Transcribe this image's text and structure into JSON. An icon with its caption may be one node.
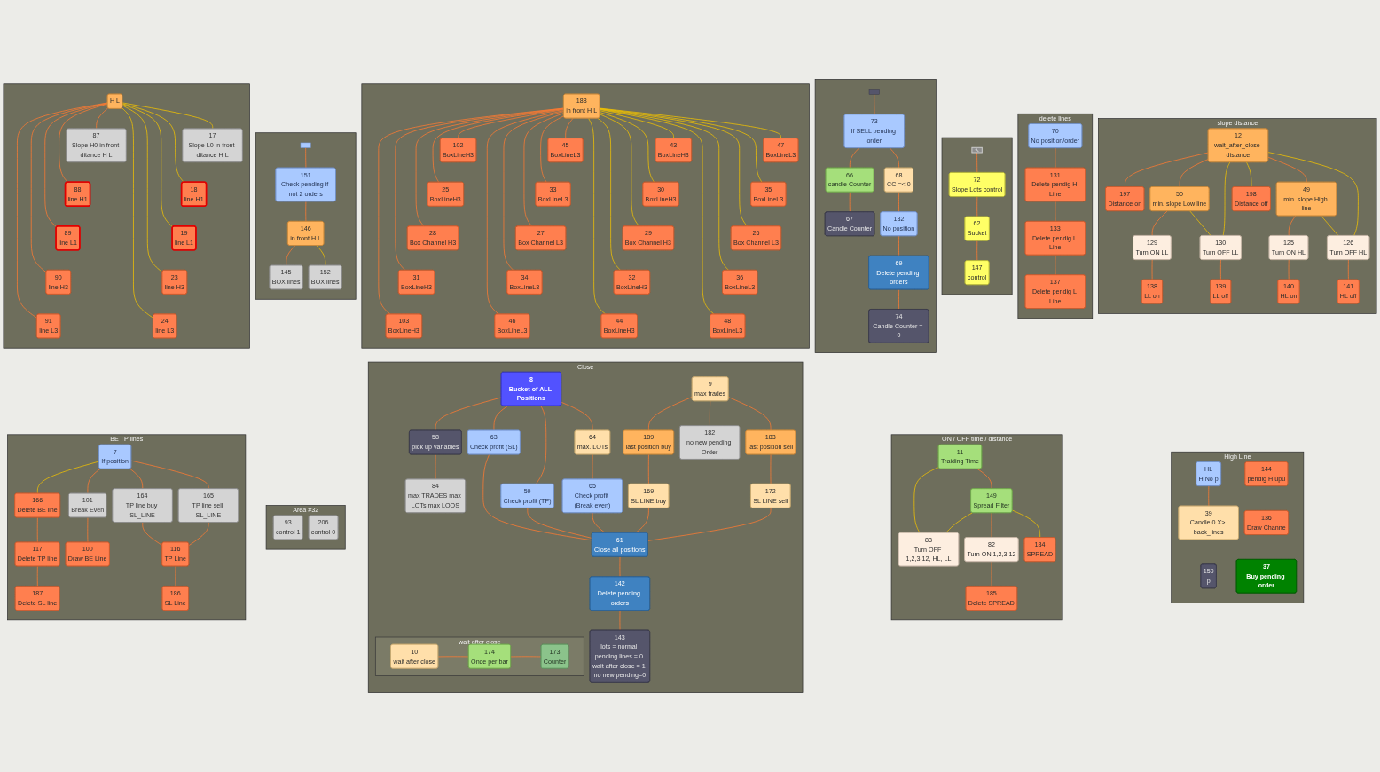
{
  "diagram": {
    "nodes": [
      {
        "text": [],
        "shape": "box"
      },
      {
        "text": [
          "H L"
        ],
        "in": 0
      },
      {
        "text": [
          "87",
          "Slope H0 in front ditance H L"
        ],
        "in": 0
      },
      {
        "text": [
          "17",
          "Slope L0 in front ditance H L"
        ],
        "in": 0
      },
      {
        "text": [
          "88",
          "line H1"
        ],
        "in": 0
      },
      {
        "text": [
          "18",
          "line H1"
        ],
        "in": 0
      },
      {
        "text": [
          "89",
          "line L1"
        ],
        "in": 0
      },
      {
        "text": [
          "19",
          "line L1"
        ],
        "in": 0
      },
      {
        "text": [
          "90",
          "line H3"
        ],
        "in": 0
      },
      {
        "text": [
          "23",
          "line H3"
        ],
        "in": 0
      },
      {
        "text": [
          "91",
          "line L3"
        ],
        "in": 0
      },
      {
        "text": [
          "24",
          "line L3"
        ],
        "in": 0
      },
      {
        "text": [],
        "shape": "box"
      },
      {
        "text": [],
        "shape": "box",
        "in": 12
      },
      {
        "text": [
          "151",
          "Check pending if not 2 orders"
        ],
        "in": 12
      },
      {
        "text": [
          "146",
          "in front H L"
        ],
        "in": 12
      },
      {
        "text": [
          "145",
          "BOX lines"
        ],
        "in": 12
      },
      {
        "text": [
          "152",
          "BOX lines"
        ],
        "in": 12
      },
      {
        "text": [],
        "shape": "box"
      },
      {
        "text": [
          "188",
          "in front H L"
        ],
        "in": 18
      },
      {
        "text": [
          "102",
          "BoxLineH3"
        ],
        "in": 18
      },
      {
        "text": [
          "45",
          "BoxLineL3"
        ],
        "in": 18
      },
      {
        "text": [
          "43",
          "BoxLineH3"
        ],
        "in": 18
      },
      {
        "text": [
          "47",
          "BoxLineL3"
        ],
        "in": 18
      },
      {
        "text": [
          "25",
          "BoxLineH3"
        ],
        "in": 18
      },
      {
        "text": [
          "33",
          "BoxLineL3"
        ],
        "in": 18
      },
      {
        "text": [
          "30",
          "BoxLineH3"
        ],
        "in": 18
      },
      {
        "text": [
          "35",
          "BoxLineL3"
        ],
        "in": 18
      },
      {
        "text": [
          "28",
          "Box Channel H3"
        ],
        "in": 18
      },
      {
        "text": [
          "27",
          "Box Channel L3"
        ],
        "in": 18
      },
      {
        "text": [
          "29",
          "Box Channel H3"
        ],
        "in": 18
      },
      {
        "text": [
          "26",
          "Box Channel L3"
        ],
        "in": 18
      },
      {
        "text": [
          "31",
          "BoxLineH3"
        ],
        "in": 18
      },
      {
        "text": [
          "34",
          "BoxLineL3"
        ],
        "in": 18
      },
      {
        "text": [
          "32",
          "BoxLineH3"
        ],
        "in": 18
      },
      {
        "text": [
          "36",
          "BoxLineL3"
        ],
        "in": 18
      },
      {
        "text": [
          "103",
          "BoxLineH3"
        ],
        "in": 18
      },
      {
        "text": [
          "46",
          "BoxLineL3"
        ],
        "in": 18
      },
      {
        "text": [
          "44",
          "BoxLineH3"
        ],
        "in": 18
      },
      {
        "text": [
          "48",
          "BoxLineL3"
        ],
        "in": 18
      },
      {
        "text": [],
        "shape": "box"
      },
      {
        "text": [],
        "shape": "box",
        "in": 40
      },
      {
        "text": [
          "73",
          "If SELL pending order"
        ],
        "in": 40
      },
      {
        "text": [
          "66",
          "candle Counter"
        ],
        "in": 40
      },
      {
        "text": [
          "68",
          "CC =< 0"
        ],
        "in": 40
      },
      {
        "text": [
          "67",
          "Candle Counter"
        ],
        "in": 40
      },
      {
        "text": [
          "132",
          "No position"
        ],
        "in": 40
      },
      {
        "text": [
          "69",
          "Delete pending orders"
        ],
        "in": 40
      },
      {
        "text": [
          "74",
          "Candle Counter = 0"
        ],
        "in": 40
      },
      {
        "text": [],
        "shape": "box"
      },
      {
        "text": [],
        "shape": "picture",
        "in": 49
      },
      {
        "text": [
          "72",
          "Slope Lots control"
        ],
        "in": 49
      },
      {
        "text": [
          "62",
          "Bucket"
        ],
        "in": 49
      },
      {
        "text": [
          "147",
          "control"
        ],
        "in": 49
      },
      {
        "text": [
          "BE TP lines"
        ]
      },
      {
        "text": [
          "7",
          "If position"
        ],
        "in": 54
      },
      {
        "text": [
          "166",
          "Delete BE line"
        ],
        "in": 54
      },
      {
        "text": [
          "101",
          "Break Even"
        ],
        "in": 54
      },
      {
        "text": [
          "117",
          "Delete TP line"
        ],
        "in": 54
      },
      {
        "text": [
          "100",
          "Draw BE Line"
        ],
        "in": 54
      },
      {
        "text": [
          "187",
          "Delete SL line"
        ],
        "in": 54
      },
      {
        "text": [
          "164",
          "TP line buy SL_LINE"
        ],
        "in": 54
      },
      {
        "text": [
          "165",
          "TP line sell SL_LINE"
        ],
        "in": 54
      },
      {
        "text": [
          "116",
          "TP Line"
        ],
        "in": 54
      },
      {
        "text": [
          "186",
          "SL Line"
        ],
        "in": 54
      },
      {
        "text": [
          "Area #32"
        ]
      },
      {
        "text": [
          "93",
          "control 1"
        ],
        "in": 65
      },
      {
        "text": [
          "206",
          "control 0"
        ],
        "in": 65
      },
      {
        "text": [
          "Close"
        ]
      },
      {
        "text": [
          "8",
          "Bucket of ALL Positions"
        ],
        "in": 68
      },
      {
        "text": [
          "9",
          "max trades"
        ],
        "in": 68
      },
      {
        "text": [
          "58",
          "pick up variables"
        ],
        "in": 68
      },
      {
        "text": [
          "64",
          "max. LOTs"
        ],
        "in": 68
      },
      {
        "text": [
          "182",
          "no new pending Order"
        ],
        "in": 68
      },
      {
        "text": [
          "189",
          "last position buy"
        ],
        "in": 68
      },
      {
        "text": [
          "63",
          "Check profit (SL)"
        ],
        "in": 68
      },
      {
        "text": [
          "65",
          "Check profit (Break even)"
        ],
        "in": 68
      },
      {
        "text": [
          "183",
          "last position sell"
        ],
        "in": 68
      },
      {
        "text": [
          "59",
          "Check profit (TP)"
        ],
        "in": 68
      },
      {
        "text": [
          "169",
          "SL LINE buy"
        ],
        "in": 68
      },
      {
        "text": [
          "84",
          "max TRADES max LOTs max LOOS"
        ],
        "in": 68
      },
      {
        "text": [
          "172",
          "SL LINE sell"
        ],
        "in": 68
      },
      {
        "text": [
          "61",
          "Close all positions"
        ],
        "in": 68
      },
      {
        "text": [
          "142",
          "Delete pending orders"
        ],
        "in": 68
      },
      {
        "text": [
          "143",
          "lots = normal pending lines = 0 wait after close = 1 no new pending=0"
        ],
        "in": 68
      },
      {
        "text": [
          "wait after close"
        ],
        "in": 68
      },
      {
        "text": [
          "10",
          "wait after close"
        ],
        "in": 85
      },
      {
        "text": [
          "174",
          "Once per bar"
        ],
        "in": 85
      },
      {
        "text": [
          "173",
          "Counter"
        ],
        "in": 85
      },
      {
        "text": [
          "ON / OFF time / distance"
        ]
      },
      {
        "text": [
          "11",
          "Traiding Time"
        ],
        "in": 89
      },
      {
        "text": [
          "149",
          "Spread Filter"
        ],
        "in": 89
      },
      {
        "text": [
          "82",
          "Turn ON 1,2,3,12"
        ],
        "in": 89
      },
      {
        "text": [
          "184",
          "SPREAD"
        ],
        "in": 89
      },
      {
        "text": [
          "83",
          "Turn OFF 1,2,3,12, HL, LL"
        ],
        "in": 89
      },
      {
        "text": [
          "185",
          "Delete SPREAD"
        ],
        "in": 89
      },
      {
        "text": [
          "delete lines"
        ]
      },
      {
        "text": [
          "70",
          "No position/order"
        ],
        "in": 96
      },
      {
        "text": [
          "131",
          "Delete pendig H Line"
        ],
        "in": 96
      },
      {
        "text": [
          "133",
          "Delete pendig L Line"
        ],
        "in": 96
      },
      {
        "text": [
          "137",
          "Delete pendig L Line"
        ],
        "in": 96
      },
      {
        "text": [
          "slope distance"
        ]
      },
      {
        "text": [
          "12",
          "wait_after_close distance"
        ],
        "in": 101
      },
      {
        "text": [
          "197",
          "Distance on"
        ],
        "in": 101
      },
      {
        "text": [
          "198",
          "Distance off"
        ],
        "in": 101
      },
      {
        "text": [
          "50",
          "min. slope Low line"
        ],
        "in": 101
      },
      {
        "text": [
          "49",
          "min. slope High line"
        ],
        "in": 101
      },
      {
        "text": [
          "129",
          "Turn ON LL"
        ],
        "in": 101
      },
      {
        "text": [
          "125",
          "Turn ON HL"
        ],
        "in": 101
      },
      {
        "text": [
          "130",
          "Turn OFF LL"
        ],
        "in": 101
      },
      {
        "text": [
          "126",
          "Turn OFF HL"
        ],
        "in": 101
      },
      {
        "text": [
          "138",
          "LL on"
        ],
        "in": 101
      },
      {
        "text": [
          "140",
          "HL on"
        ],
        "in": 101
      },
      {
        "text": [
          "139",
          "LL off"
        ],
        "in": 101
      },
      {
        "text": [
          "141",
          "HL off"
        ],
        "in": 101
      },
      {
        "text": [
          "High Line"
        ]
      },
      {
        "text": [
          "HL",
          "H No p"
        ],
        "in": 115
      },
      {
        "text": [
          "39",
          "Candle 0 X> back_lines"
        ],
        "in": 115
      },
      {
        "text": [
          "159",
          "p"
        ],
        "in": 115
      },
      {
        "text": [
          "144",
          "pendig H upu"
        ],
        "in": 115
      },
      {
        "text": [
          "136",
          "Draw Channe"
        ],
        "in": 115
      },
      {
        "text": [
          "37",
          "Buy pending order"
        ],
        "in": 115
      }
    ],
    "edges": [
      {
        "from": 1,
        "to": 2,
        "arrow": "none"
      },
      {
        "from": 1,
        "to": 4,
        "arrow": "none"
      },
      {
        "from": 1,
        "to": 6,
        "arrow": "none"
      },
      {
        "from": 1,
        "to": 8,
        "arrow": "none"
      },
      {
        "from": 1,
        "to": 10,
        "arrow": "none"
      },
      {
        "from": 1,
        "to": 3,
        "arrow": "none",
        "color": "#f2c200"
      },
      {
        "from": 1,
        "to": 5,
        "arrow": "none",
        "color": "#f2c200"
      },
      {
        "from": 1,
        "to": 7,
        "arrow": "none",
        "color": "#f2c200"
      },
      {
        "from": 1,
        "to": 9,
        "arrow": "none",
        "color": "#f2c200"
      },
      {
        "from": 1,
        "to": 11,
        "arrow": "none",
        "color": "#f2c200"
      },
      {
        "from": 13,
        "to": 14,
        "arrow": "none"
      },
      {
        "from": 14,
        "to": 15,
        "arrow": "none"
      },
      {
        "from": 15,
        "to": 16,
        "arrow": "none"
      },
      {
        "from": 15,
        "to": 17,
        "arrow": "none",
        "color": "#f2c200"
      },
      {
        "from": 19,
        "to": 20,
        "arrow": "none"
      },
      {
        "from": 19,
        "to": 21,
        "arrow": "none"
      },
      {
        "from": 19,
        "to": 24,
        "arrow": "none"
      },
      {
        "from": 19,
        "to": 25,
        "arrow": "none"
      },
      {
        "from": 19,
        "to": 28,
        "arrow": "none"
      },
      {
        "from": 19,
        "to": 29,
        "arrow": "none"
      },
      {
        "from": 19,
        "to": 32,
        "arrow": "none"
      },
      {
        "from": 19,
        "to": 33,
        "arrow": "none"
      },
      {
        "from": 19,
        "to": 36,
        "arrow": "none"
      },
      {
        "from": 19,
        "to": 37,
        "arrow": "none"
      },
      {
        "from": 19,
        "to": 22,
        "arrow": "none",
        "color": "#f2c200"
      },
      {
        "from": 19,
        "to": 23,
        "arrow": "none",
        "color": "#f2c200"
      },
      {
        "from": 19,
        "to": 26,
        "arrow": "none",
        "color": "#f2c200"
      },
      {
        "from": 19,
        "to": 27,
        "arrow": "none",
        "color": "#f2c200"
      },
      {
        "from": 19,
        "to": 30,
        "arrow": "none",
        "color": "#f2c200"
      },
      {
        "from": 19,
        "to": 31,
        "arrow": "none",
        "color": "#f2c200"
      },
      {
        "from": 19,
        "to": 34,
        "arrow": "none",
        "color": "#f2c200"
      },
      {
        "from": 19,
        "to": 35,
        "arrow": "none",
        "color": "#f2c200"
      },
      {
        "from": 19,
        "to": 38,
        "arrow": "none",
        "color": "#f2c200"
      },
      {
        "from": 19,
        "to": 39,
        "arrow": "none",
        "color": "#f2c200"
      },
      {
        "from": 41,
        "to": 42,
        "arrow": "none"
      },
      {
        "from": 42,
        "to": 43,
        "arrow": "none"
      },
      {
        "from": 42,
        "to": 44,
        "arrow": "none"
      },
      {
        "from": 43,
        "to": 45,
        "arrow": "none"
      },
      {
        "from": 44,
        "to": 46,
        "arrow": "none"
      },
      {
        "from": 46,
        "to": 47,
        "arrow": "none"
      },
      {
        "from": 47,
        "to": 48,
        "arrow": "none"
      },
      {
        "from": 50,
        "to": 51,
        "arrow": "none"
      },
      {
        "from": 51,
        "to": 52,
        "arrow": "none"
      },
      {
        "from": 52,
        "to": 53,
        "arrow": "none"
      },
      {
        "from": 55,
        "to": 57,
        "arrow": "none"
      },
      {
        "from": 55,
        "to": 61,
        "arrow": "none"
      },
      {
        "from": 55,
        "to": 62,
        "arrow": "none"
      },
      {
        "from": 55,
        "to": 56,
        "arrow": "none",
        "color": "#f2c200"
      },
      {
        "from": 56,
        "to": 58,
        "arrow": "none"
      },
      {
        "from": 58,
        "to": 60,
        "arrow": "none"
      },
      {
        "from": 57,
        "to": 59,
        "arrow": "none"
      },
      {
        "from": 61,
        "to": 63,
        "arrow": "none"
      },
      {
        "from": 62,
        "to": 63,
        "arrow": "none"
      },
      {
        "from": 63,
        "to": 64,
        "arrow": "none"
      },
      {
        "from": 69,
        "to": 71,
        "arrow": "none"
      },
      {
        "from": 69,
        "to": 75,
        "arrow": "none"
      },
      {
        "from": 69,
        "to": 78,
        "arrow": "none"
      },
      {
        "from": 69,
        "to": 72,
        "arrow": "none"
      },
      {
        "from": 70,
        "to": 74,
        "arrow": "none"
      },
      {
        "from": 70,
        "to": 73,
        "arrow": "none"
      },
      {
        "from": 70,
        "to": 77,
        "arrow": "none"
      },
      {
        "from": 71,
        "to": 80,
        "arrow": "none"
      },
      {
        "from": 72,
        "to": 76,
        "arrow": "none"
      },
      {
        "from": 74,
        "to": 79,
        "arrow": "none"
      },
      {
        "from": 77,
        "to": 81,
        "arrow": "none"
      },
      {
        "from": 75,
        "to": 82,
        "arrow": "none"
      },
      {
        "from": 78,
        "to": 82,
        "arrow": "none"
      },
      {
        "from": 76,
        "to": 82,
        "arrow": "none"
      },
      {
        "from": 79,
        "to": 82,
        "arrow": "none"
      },
      {
        "from": 81,
        "to": 82,
        "arrow": "none"
      },
      {
        "from": 82,
        "to": 83,
        "arrow": "none"
      },
      {
        "from": 83,
        "to": 84,
        "arrow": "none"
      },
      {
        "from": 86,
        "to": 87,
        "arrow": "none"
      },
      {
        "from": 87,
        "to": 88,
        "arrow": "none"
      },
      {
        "from": 90,
        "to": 91,
        "arrow": "none"
      },
      {
        "from": 90,
        "to": 94,
        "arrow": "none",
        "color": "#f2c200"
      },
      {
        "from": 91,
        "to": 92,
        "arrow": "none"
      },
      {
        "from": 91,
        "to": 93,
        "arrow": "none",
        "color": "#f2c200"
      },
      {
        "from": 91,
        "to": 94,
        "arrow": "none",
        "color": "#f2c200"
      },
      {
        "from": 92,
        "to": 95,
        "arrow": "none"
      },
      {
        "from": 97,
        "to": 98,
        "arrow": "none"
      },
      {
        "from": 98,
        "to": 99,
        "arrow": "none"
      },
      {
        "from": 99,
        "to": 100,
        "arrow": "none"
      },
      {
        "from": 102,
        "to": 103,
        "arrow": "none"
      },
      {
        "from": 102,
        "to": 105,
        "arrow": "none"
      },
      {
        "from": 102,
        "to": 106,
        "arrow": "none"
      },
      {
        "from": 102,
        "to": 104,
        "arrow": "none",
        "color": "#f2c200"
      },
      {
        "from": 102,
        "to": 109,
        "arrow": "none",
        "color": "#f2c200"
      },
      {
        "from": 102,
        "to": 110,
        "arrow": "none",
        "color": "#f2c200"
      },
      {
        "from": 105,
        "to": 107,
        "arrow": "none"
      },
      {
        "from": 105,
        "to": 109,
        "arrow": "none",
        "color": "#f2c200"
      },
      {
        "from": 106,
        "to": 108,
        "arrow": "none"
      },
      {
        "from": 106,
        "to": 110,
        "arrow": "none",
        "color": "#f2c200"
      },
      {
        "from": 107,
        "to": 111,
        "arrow": "none"
      },
      {
        "from": 109,
        "to": 113,
        "arrow": "none"
      },
      {
        "from": 108,
        "to": 112,
        "arrow": "none"
      },
      {
        "from": 110,
        "to": 114,
        "arrow": "none"
      },
      {
        "from": 116,
        "to": 117,
        "arrow": "none"
      }
    ]
  }
}
